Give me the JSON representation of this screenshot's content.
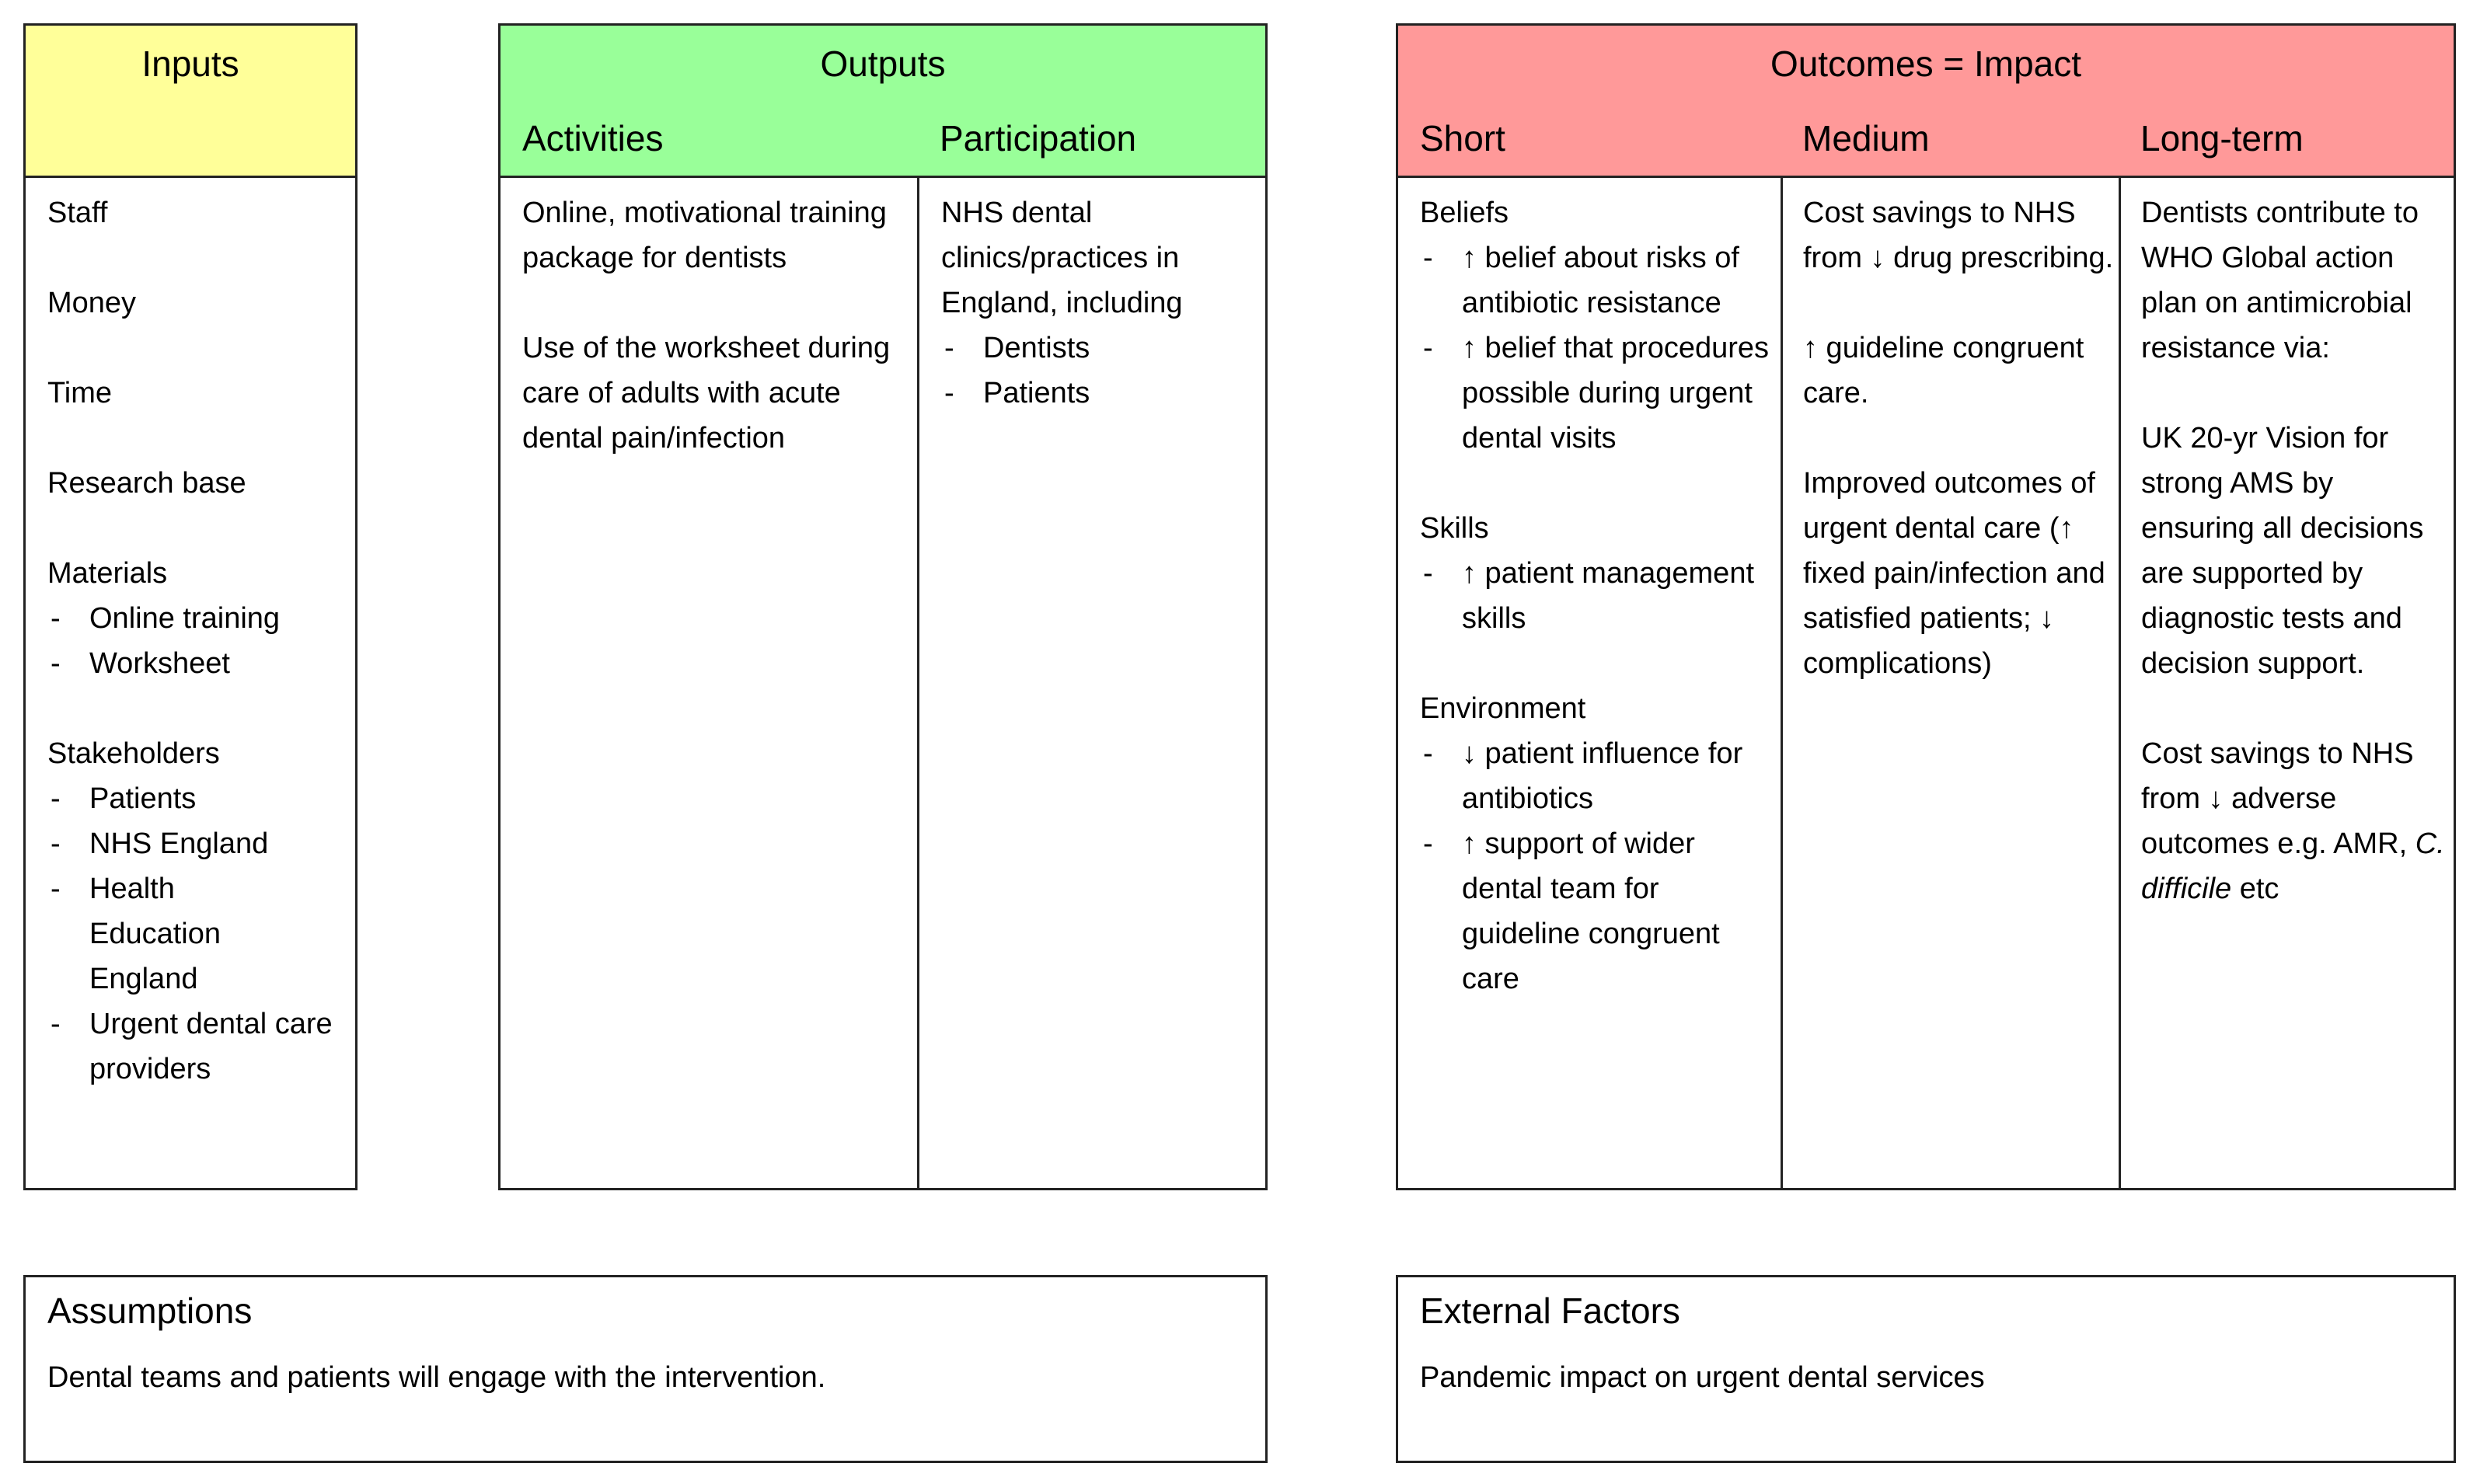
{
  "colors": {
    "inputs_header": "#ffff99",
    "outputs_header": "#99ff99",
    "outcomes_header": "#ff9999",
    "border": "#222222"
  },
  "inputs": {
    "title": "Inputs",
    "items": [
      "Staff",
      "Money",
      "Time",
      "Research base"
    ],
    "materials": {
      "label": "Materials",
      "items": [
        "Online training",
        "Worksheet"
      ]
    },
    "stakeholders": {
      "label": "Stakeholders",
      "items": [
        "Patients",
        "NHS England",
        "Health Education England",
        "Urgent dental care providers"
      ]
    }
  },
  "outputs": {
    "title": "Outputs",
    "activities": {
      "label": "Activities",
      "paragraphs": [
        "Online, motivational training package for dentists",
        "Use of the worksheet during care of adults with acute dental pain/infection"
      ]
    },
    "participation": {
      "label": "Participation",
      "intro": "NHS dental clinics/practices in England, including",
      "items": [
        "Dentists",
        "Patients"
      ]
    }
  },
  "outcomes": {
    "title": "Outcomes = Impact",
    "short": {
      "label": "Short",
      "beliefs": {
        "label": "Beliefs",
        "items": [
          "↑ belief about risks of antibiotic resistance",
          "↑ belief that procedures possible during urgent dental visits"
        ]
      },
      "skills": {
        "label": "Skills",
        "items": [
          "↑ patient management skills"
        ]
      },
      "environment": {
        "label": "Environment",
        "items": [
          "↓ patient influence for antibiotics",
          "↑ support of wider dental team for guideline congruent care"
        ]
      }
    },
    "medium": {
      "label": "Medium",
      "paragraphs": [
        "Cost savings to NHS from ↓ drug prescribing.",
        "↑ guideline congruent care.",
        "Improved outcomes of urgent dental care (↑ fixed pain/infection and satisfied patients; ↓ complications)"
      ]
    },
    "long_term": {
      "label": "Long-term",
      "paragraphs": [
        "Dentists contribute to WHO Global action plan on antimicrobial resistance via:",
        "UK 20-yr Vision for strong AMS by ensuring all decisions are supported by diagnostic tests and decision support."
      ],
      "last": {
        "before": "Cost savings to NHS from ↓ adverse outcomes e.g. AMR, ",
        "italic": "C. difficile",
        "after": " etc"
      }
    }
  },
  "assumptions": {
    "title": "Assumptions",
    "text": "Dental teams and patients will engage with the intervention."
  },
  "external_factors": {
    "title": "External Factors",
    "text": "Pandemic impact on urgent dental services"
  }
}
